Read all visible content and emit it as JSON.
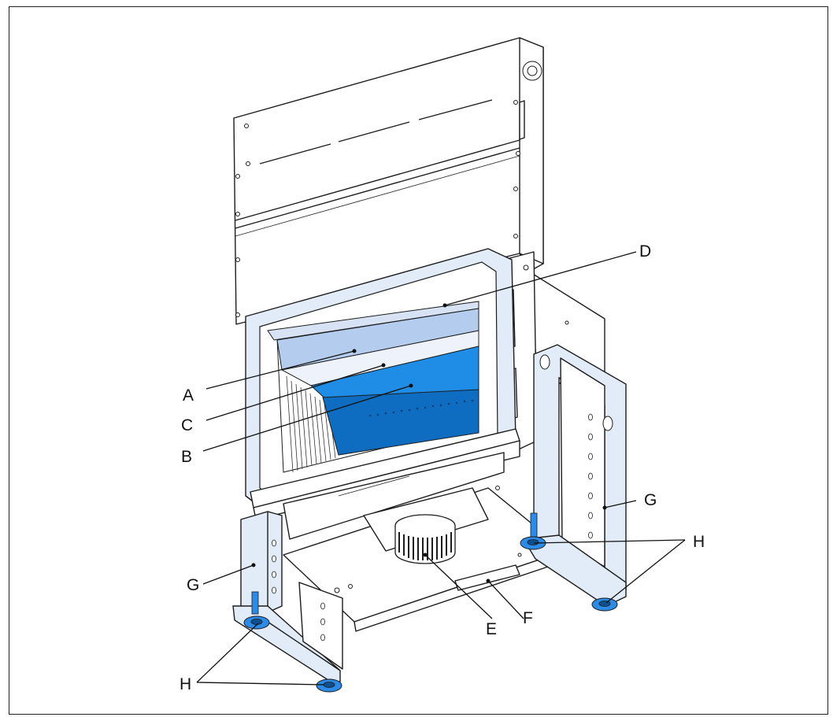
{
  "colors": {
    "line": "#1d1d1d",
    "frame_fill": "#e2ebf8",
    "deflector_light": "#b4cdee",
    "deflector_bright": "#1f8de6",
    "deflector_dark": "#0e6dc0",
    "foot_blue": "#2b8be6"
  },
  "callouts": [
    {
      "id": "A",
      "label": "A"
    },
    {
      "id": "B",
      "label": "B"
    },
    {
      "id": "C",
      "label": "C"
    },
    {
      "id": "D",
      "label": "D"
    },
    {
      "id": "E",
      "label": "E"
    },
    {
      "id": "F",
      "label": "F"
    },
    {
      "id": "G",
      "label": "G"
    },
    {
      "id": "H",
      "label": "H"
    }
  ]
}
